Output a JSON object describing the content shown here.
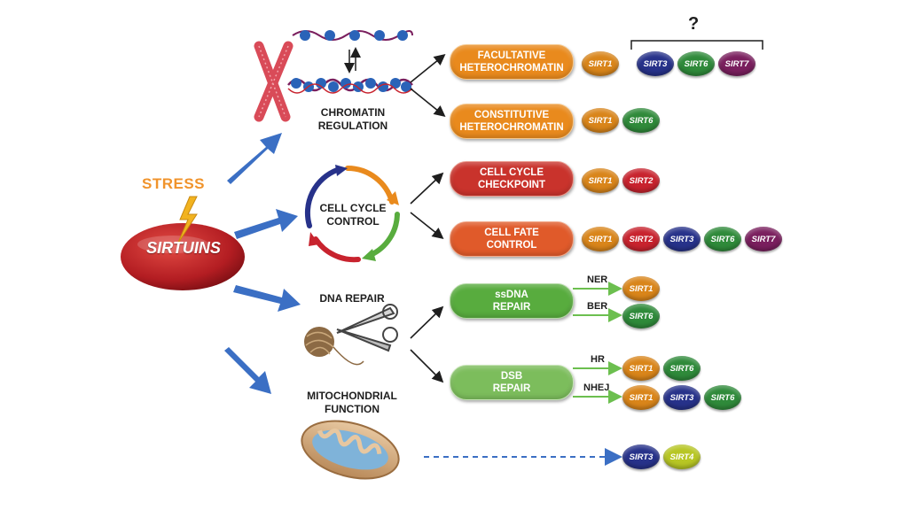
{
  "stress_label": "STRESS",
  "sirtuins_label": "SIRTUINS",
  "sections": {
    "chromatin": "CHROMATIN\nREGULATION",
    "cell_cycle": "CELL CYCLE\nCONTROL",
    "dna_repair": "DNA REPAIR",
    "mito": "MITOCHONDRIAL\nFUNCTION"
  },
  "question_mark": "?",
  "outcomes": [
    {
      "id": "facultative",
      "label": "FACULTATIVE\nHETEROCHROMATIN",
      "sirts": [
        "SIRT1"
      ]
    },
    {
      "id": "constitutive",
      "label": "CONSTITUTIVE\nHETEROCHROMATIN",
      "sirts": [
        "SIRT1",
        "SIRT6"
      ]
    },
    {
      "id": "checkpoint",
      "label": "CELL CYCLE\nCHECKPOINT",
      "sirts": [
        "SIRT1",
        "SIRT2"
      ]
    },
    {
      "id": "cellfate",
      "label": "CELL FATE\nCONTROL",
      "sirts": [
        "SIRT1",
        "SIRT2",
        "SIRT3",
        "SIRT6",
        "SIRT7"
      ]
    },
    {
      "id": "ssdna",
      "label": "ssDNA\nREPAIR"
    },
    {
      "id": "dsb",
      "label": "DSB\nREPAIR"
    }
  ],
  "facultative_possible": [
    "SIRT3",
    "SIRT6",
    "SIRT7"
  ],
  "repair_paths": [
    {
      "label": "NER",
      "sirts": [
        "SIRT1"
      ]
    },
    {
      "label": "BER",
      "sirts": [
        "SIRT6"
      ]
    },
    {
      "label": "HR",
      "sirts": [
        "SIRT1",
        "SIRT6"
      ]
    },
    {
      "label": "NHEJ",
      "sirts": [
        "SIRT1",
        "SIRT3",
        "SIRT6"
      ]
    }
  ],
  "mito_sirts": [
    "SIRT3",
    "SIRT4"
  ],
  "sirt_colors": {
    "SIRT1": "#d9851a",
    "SIRT2": "#c8232e",
    "SIRT3": "#27328a",
    "SIRT4": "#b7c624",
    "SIRT6": "#2f8a3a",
    "SIRT7": "#7a1f5e"
  },
  "arrow_color": "#3b6fc4"
}
